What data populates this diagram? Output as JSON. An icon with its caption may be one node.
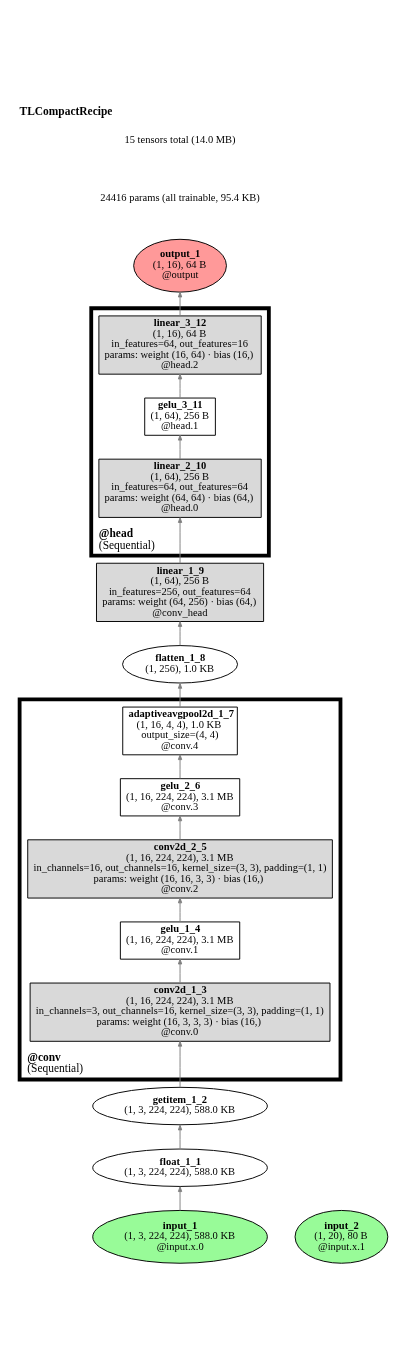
{
  "diagram": {
    "title": "TLCompactRecipe",
    "nodes": [
      {
        "text": [
          "output_1",
          "(1, 16), 64 B",
          "@output"
        ]
      },
      {
        "text": [
          "@head",
          "(Sequential)"
        ]
      },
      {
        "text": [
          "linear_3_12",
          "(1, 16), 64 B",
          "in_features=64, out_features=16",
          "params: weight (16, 64) · bias (16,)",
          "@head.2"
        ],
        "in": 1
      },
      {
        "text": [
          "gelu_3_11",
          "(1, 64), 256 B",
          "@head.1"
        ],
        "in": 1
      },
      {
        "text": [
          "linear_2_10",
          "(1, 64), 256 B",
          "in_features=64, out_features=64",
          "params: weight (64, 64) · bias (64,)",
          "@head.0"
        ],
        "in": 1
      },
      {
        "text": [
          "input_2",
          "(1, 20), 80 B",
          "@input.x.1"
        ]
      },
      {
        "text": [
          "linear_1_9",
          "(1, 64), 256 B",
          "in_features=256, out_features=64",
          "params: weight (64, 256) · bias (64,)",
          "@conv_head"
        ]
      },
      {
        "text": [
          "flatten_1_8",
          "(1, 256), 1.0 KB"
        ]
      },
      {
        "text": [
          "@conv",
          "(Sequential)"
        ]
      },
      {
        "text": [
          "adaptiveavgpool2d_1_7",
          "(1, 16, 4, 4), 1.0 KB",
          "output_size=(4, 4)",
          "@conv.4"
        ],
        "in": 8
      },
      {
        "text": [
          "gelu_2_6",
          "(1, 16, 224, 224), 3.1 MB",
          "@conv.3"
        ],
        "in": 8
      },
      {
        "text": [
          "conv2d_2_5",
          "(1, 16, 224, 224), 3.1 MB",
          "in_channels=16, out_channels=16, kernel_size=(3, 3), padding=(1, 1)",
          "params: weight (16, 16, 3, 3) · bias (16,)",
          "@conv.2"
        ],
        "in": 8
      },
      {
        "text": [
          "gelu_1_4",
          "(1, 16, 224, 224), 3.1 MB",
          "@conv.1"
        ],
        "in": 8
      },
      {
        "text": [
          "conv2d_1_3",
          "(1, 16, 224, 224), 3.1 MB",
          "in_channels=3, out_channels=16, kernel_size=(3, 3), padding=(1, 1)",
          "params: weight (16, 3, 3, 3) · bias (16,)",
          "@conv.0"
        ],
        "in": 8
      },
      {
        "text": [
          "getitem_1_2",
          "(1, 3, 224, 224), 588.0 KB"
        ]
      },
      {
        "text": [
          "float_1_1",
          "(1, 3, 224, 224), 588.0 KB"
        ]
      },
      {
        "text": [
          "input_1",
          "(1, 3, 224, 224), 588.0 KB",
          "@input.x.0"
        ]
      }
    ],
    "edges": [
      {
        "from": 16,
        "to": 15,
        "arrow": "to"
      },
      {
        "from": 15,
        "to": 14,
        "arrow": "to"
      },
      {
        "from": 14,
        "to": 13,
        "arrow": "to"
      },
      {
        "from": 13,
        "to": 12,
        "arrow": "to"
      },
      {
        "from": 12,
        "to": 11,
        "arrow": "to"
      },
      {
        "from": 11,
        "to": 10,
        "arrow": "to"
      },
      {
        "from": 10,
        "to": 9,
        "arrow": "to"
      },
      {
        "from": 9,
        "to": 7,
        "arrow": "to"
      },
      {
        "from": 7,
        "to": 6,
        "arrow": "to"
      },
      {
        "from": 6,
        "to": 4,
        "arrow": "to"
      },
      {
        "from": 4,
        "to": 3,
        "arrow": "to"
      },
      {
        "from": 3,
        "to": 2,
        "arrow": "to"
      },
      {
        "from": 2,
        "to": 0,
        "arrow": "to"
      }
    ],
    "labels": [
      "15 tensors total (14.0 MB)",
      "24416 params (all trainable, 95.4 KB)"
    ]
  }
}
